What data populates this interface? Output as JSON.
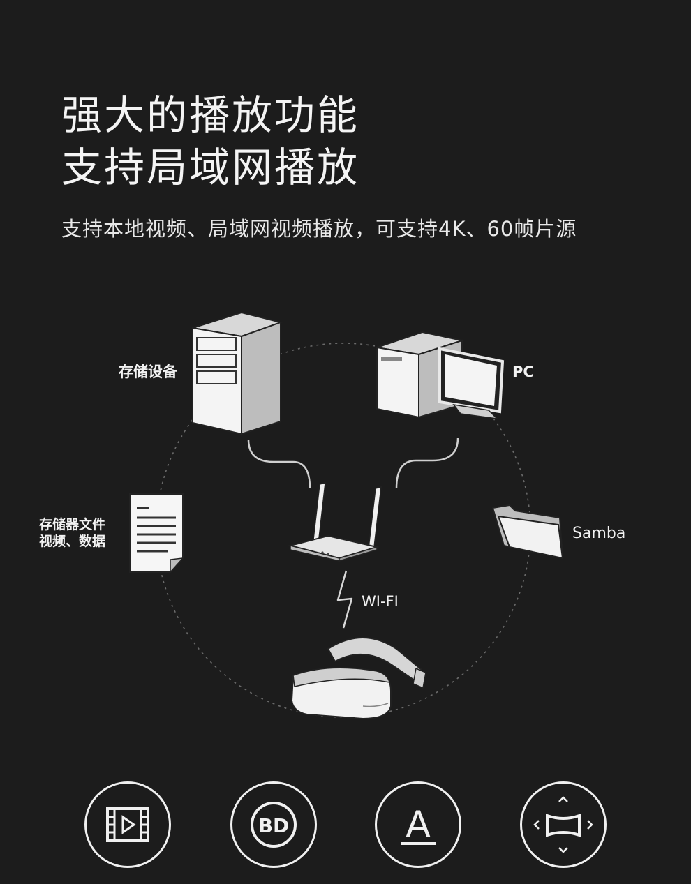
{
  "headline": {
    "line1": "强大的播放功能",
    "line2": "支持局域网播放"
  },
  "subtitle": "支持本地视频、局域网视频播放，可支持4K、60帧片源",
  "diagram": {
    "storage_label": "存储设备",
    "pc_label": "PC",
    "files_label_line1": "存储器文件",
    "files_label_line2": "视频、数据",
    "samba_label": "Samba",
    "wifi_label": "WI-FI"
  },
  "features": [
    {
      "icon": "video-file-icon"
    },
    {
      "icon": "bluray-bd-icon",
      "text": "BD"
    },
    {
      "icon": "subtitle-letter-a-icon",
      "text": "A"
    },
    {
      "icon": "screen-adjust-icon"
    }
  ]
}
